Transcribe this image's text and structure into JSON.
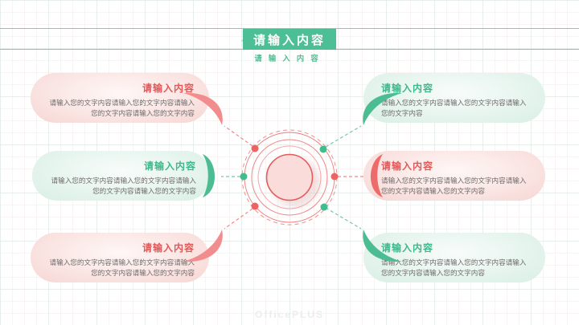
{
  "header": {
    "title": "请输入内容",
    "subtitle": "请输入内容"
  },
  "watermark": "OfficePLUS",
  "boxes": {
    "left": [
      {
        "color": "pink",
        "title": "请输入内容",
        "line1": "请输入您的文字内容请输入您的文字内容请输入",
        "line2": "您的文字内容请输入您的文字内容"
      },
      {
        "color": "green",
        "title": "请输入内容",
        "line1": "请输入您的文字内容请输入您的文字内容请输入",
        "line2": "您的文字内容请输入您的文字内容"
      },
      {
        "color": "pink",
        "title": "请输入内容",
        "line1": "请输入您的文字内容请输入您的文字内容请输入",
        "line2": "您的文字内容请输入您的文字内容"
      }
    ],
    "right": [
      {
        "color": "green",
        "title": "请输入内容",
        "line1": "请输入您的文字内容请输入您的文字内容请输入",
        "line2": "您的文字内容"
      },
      {
        "color": "pink",
        "title": "请输入内容",
        "line1": "请输入您的文字内容请输入您的文字内容请输入",
        "line2": "您的文字内容请输入您的文字内容"
      },
      {
        "color": "green",
        "title": "请输入内容",
        "line1": "请输入您的文字内容请输入您的文字内容请输入",
        "line2": "您的文字内容请输入您的文字内容"
      }
    ]
  },
  "colors": {
    "banner_green": "#4cbf96",
    "accent_green": "#3cb88a",
    "accent_pink": "#e25757",
    "light_green": "#d8efe5",
    "light_pink": "#f6d6d3",
    "rule_green": "#86cbad",
    "body_text": "#6f6b6b"
  }
}
